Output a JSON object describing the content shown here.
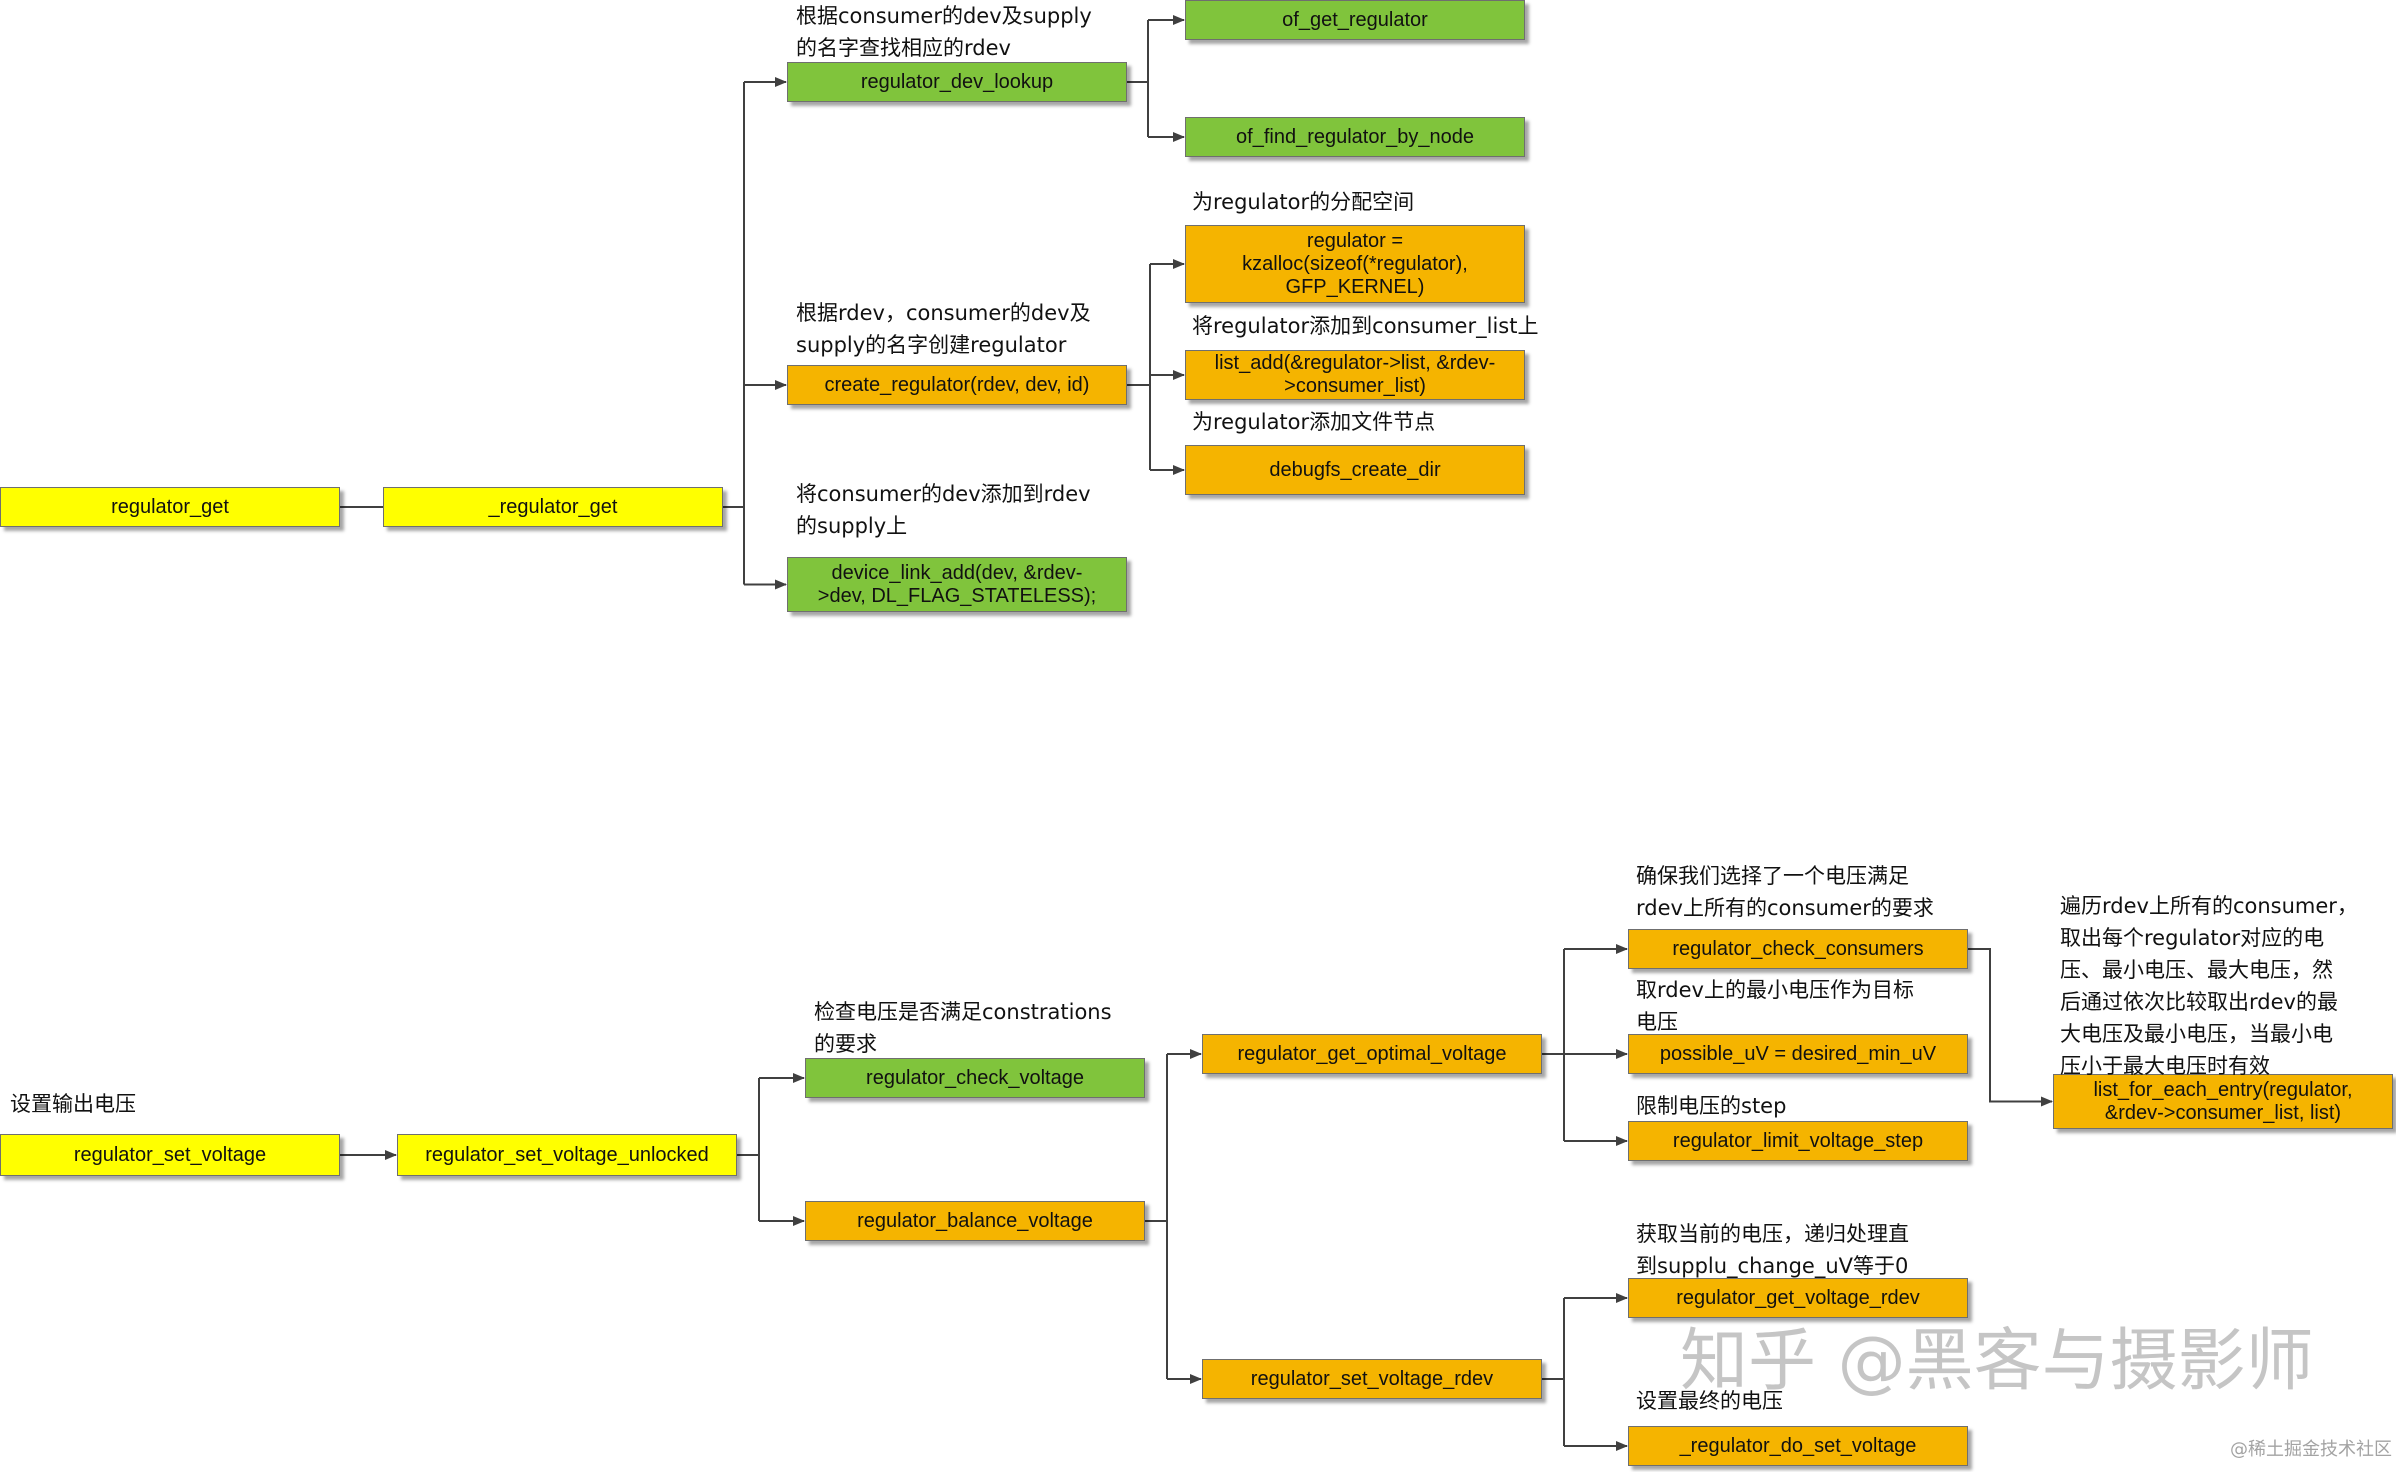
{
  "nodes": [
    {
      "id": "regulator_get",
      "label": "regulator_get",
      "color": "yellow"
    },
    {
      "id": "_regulator_get",
      "label": "_regulator_get",
      "color": "yellow"
    },
    {
      "id": "regulator_dev_lookup",
      "label": "regulator_dev_lookup",
      "color": "green"
    },
    {
      "id": "of_get_regulator",
      "label": "of_get_regulator",
      "color": "green"
    },
    {
      "id": "of_find_regulator_by_node",
      "label": "of_find_regulator_by_node",
      "color": "green"
    },
    {
      "id": "create_regulator",
      "label": "create_regulator(rdev, dev, id)",
      "color": "orange"
    },
    {
      "id": "kzalloc",
      "label": "regulator =\nkzalloc(sizeof(*regulator),\nGFP_KERNEL)",
      "color": "orange"
    },
    {
      "id": "list_add",
      "label": "list_add(&regulator->list, &rdev-\n>consumer_list)",
      "color": "orange"
    },
    {
      "id": "debugfs_create_dir",
      "label": "debugfs_create_dir",
      "color": "orange"
    },
    {
      "id": "device_link_add",
      "label": "device_link_add(dev, &rdev-\n>dev, DL_FLAG_STATELESS);",
      "color": "green"
    },
    {
      "id": "regulator_set_voltage",
      "label": "regulator_set_voltage",
      "color": "yellow"
    },
    {
      "id": "regulator_set_voltage_unlocked",
      "label": "regulator_set_voltage_unlocked",
      "color": "yellow"
    },
    {
      "id": "regulator_check_voltage",
      "label": "regulator_check_voltage",
      "color": "green"
    },
    {
      "id": "regulator_balance_voltage",
      "label": "regulator_balance_voltage",
      "color": "orange"
    },
    {
      "id": "regulator_get_optimal_voltage",
      "label": "regulator_get_optimal_voltage",
      "color": "orange"
    },
    {
      "id": "regulator_set_voltage_rdev",
      "label": "regulator_set_voltage_rdev",
      "color": "orange"
    },
    {
      "id": "regulator_check_consumers",
      "label": "regulator_check_consumers",
      "color": "orange"
    },
    {
      "id": "possible_uV",
      "label": "possible_uV = desired_min_uV",
      "color": "orange"
    },
    {
      "id": "regulator_limit_voltage_step",
      "label": "regulator_limit_voltage_step",
      "color": "orange"
    },
    {
      "id": "list_for_each_entry",
      "label": "list_for_each_entry(regulator,\n&rdev->consumer_list, list)",
      "color": "orange"
    },
    {
      "id": "regulator_get_voltage_rdev",
      "label": "regulator_get_voltage_rdev",
      "color": "orange"
    },
    {
      "id": "_regulator_do_set_voltage",
      "label": "_regulator_do_set_voltage",
      "color": "orange"
    }
  ],
  "edges": [
    {
      "from": "regulator_get",
      "to": "_regulator_get",
      "style": "plain"
    },
    {
      "from": "_regulator_get",
      "to": [
        "regulator_dev_lookup",
        "create_regulator",
        "device_link_add"
      ],
      "style": "branch"
    },
    {
      "from": "regulator_dev_lookup",
      "to": [
        "of_get_regulator",
        "of_find_regulator_by_node"
      ],
      "style": "branch"
    },
    {
      "from": "create_regulator",
      "to": [
        "kzalloc",
        "list_add",
        "debugfs_create_dir"
      ],
      "style": "branch"
    },
    {
      "from": "regulator_set_voltage",
      "to": "regulator_set_voltage_unlocked",
      "style": "arrow"
    },
    {
      "from": "regulator_set_voltage_unlocked",
      "to": [
        "regulator_check_voltage",
        "regulator_balance_voltage"
      ],
      "style": "branch"
    },
    {
      "from": "regulator_balance_voltage",
      "to": [
        "regulator_get_optimal_voltage",
        "regulator_set_voltage_rdev"
      ],
      "style": "branch"
    },
    {
      "from": "regulator_get_optimal_voltage",
      "to": [
        "regulator_check_consumers",
        "possible_uV",
        "regulator_limit_voltage_step"
      ],
      "style": "branch"
    },
    {
      "from": "regulator_check_consumers",
      "to": "list_for_each_entry",
      "style": "elbow"
    },
    {
      "from": "regulator_set_voltage_rdev",
      "to": [
        "regulator_get_voltage_rdev",
        "_regulator_do_set_voltage"
      ],
      "style": "branch"
    }
  ],
  "notes": [
    {
      "id": "note_dev_lookup",
      "text": "根据consumer的dev及supply\n的名字查找相应的rdev"
    },
    {
      "id": "note_kzalloc",
      "text": "为regulator的分配空间"
    },
    {
      "id": "note_create_regulator",
      "text": "根据rdev，consumer的dev及\nsupply的名字创建regulator"
    },
    {
      "id": "note_list_add",
      "text": "将regulator添加到consumer_list上"
    },
    {
      "id": "note_debugfs",
      "text": "为regulator添加文件节点"
    },
    {
      "id": "note_device_link",
      "text": "将consumer的dev添加到rdev\n的supply上"
    },
    {
      "id": "note_set_voltage",
      "text": "设置输出电压"
    },
    {
      "id": "note_check_voltage",
      "text": "检查电压是否满足constrations\n的要求"
    },
    {
      "id": "note_check_consumers",
      "text": "确保我们选择了一个电压满足\nrdev上所有的consumer的要求"
    },
    {
      "id": "note_possible_uV",
      "text": "取rdev上的最小电压作为目标\n电压"
    },
    {
      "id": "note_limit_step",
      "text": "限制电压的step"
    },
    {
      "id": "note_list_for_each",
      "text": "遍历rdev上所有的consumer，\n取出每个regulator对应的电\n压、最小电压、最大电压，然\n后通过依次比较取出rdev的最\n大电压及最小电压，当最小电\n压小于最大电压时有效"
    },
    {
      "id": "note_get_voltage_rdev",
      "text": "获取当前的电压，递归处理直\n到supplu_change_uV等于0"
    },
    {
      "id": "note_do_set_voltage",
      "text": "设置最终的电压"
    }
  ],
  "watermark": {
    "main": "知乎 @黑客与摄影师",
    "small": "@稀土掘金技术社区"
  },
  "colors": {
    "yellow": "#ffff00",
    "green": "#80c43c",
    "orange": "#f5b400",
    "line": "#404040"
  }
}
